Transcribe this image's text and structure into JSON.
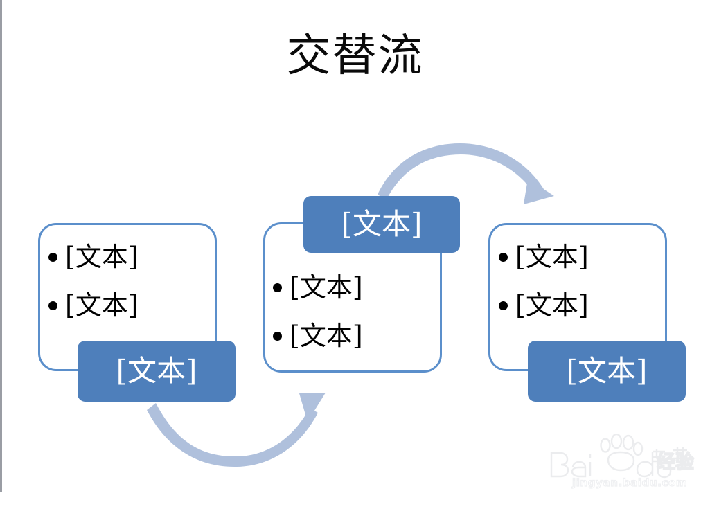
{
  "slide": {
    "title": "交替流",
    "background_color": "#ffffff",
    "accent_blue": "#4e7fbb",
    "outline_blue": "#5b8fcb",
    "arrow_blue": "#afc0dc",
    "text_color": "#000000",
    "chip_text_color": "#ffffff"
  },
  "diagram": {
    "type": "alternating-flow",
    "groups": [
      {
        "id": "left",
        "bullets": [
          {
            "text": "[文本]"
          },
          {
            "text": "[文本]"
          }
        ],
        "chip": {
          "text": "[文本]",
          "position": "bottom"
        }
      },
      {
        "id": "middle",
        "bullets": [
          {
            "text": "[文本]"
          },
          {
            "text": "[文本]"
          }
        ],
        "chip": {
          "text": "[文本]",
          "position": "top"
        }
      },
      {
        "id": "right",
        "bullets": [
          {
            "text": "[文本]"
          },
          {
            "text": "[文本]"
          }
        ],
        "chip": {
          "text": "[文本]",
          "position": "bottom"
        }
      }
    ],
    "arrows": [
      {
        "id": "arrow-bottom-left-to-middle",
        "direction": "left-to-right",
        "curve": "concave-up"
      },
      {
        "id": "arrow-top-middle-to-right",
        "direction": "left-to-right",
        "curve": "concave-down"
      }
    ]
  },
  "watermark": {
    "brand": "Bai",
    "brand_suffix": "du",
    "brand_cn": "经验",
    "url": "jingyan.baidu.com"
  }
}
